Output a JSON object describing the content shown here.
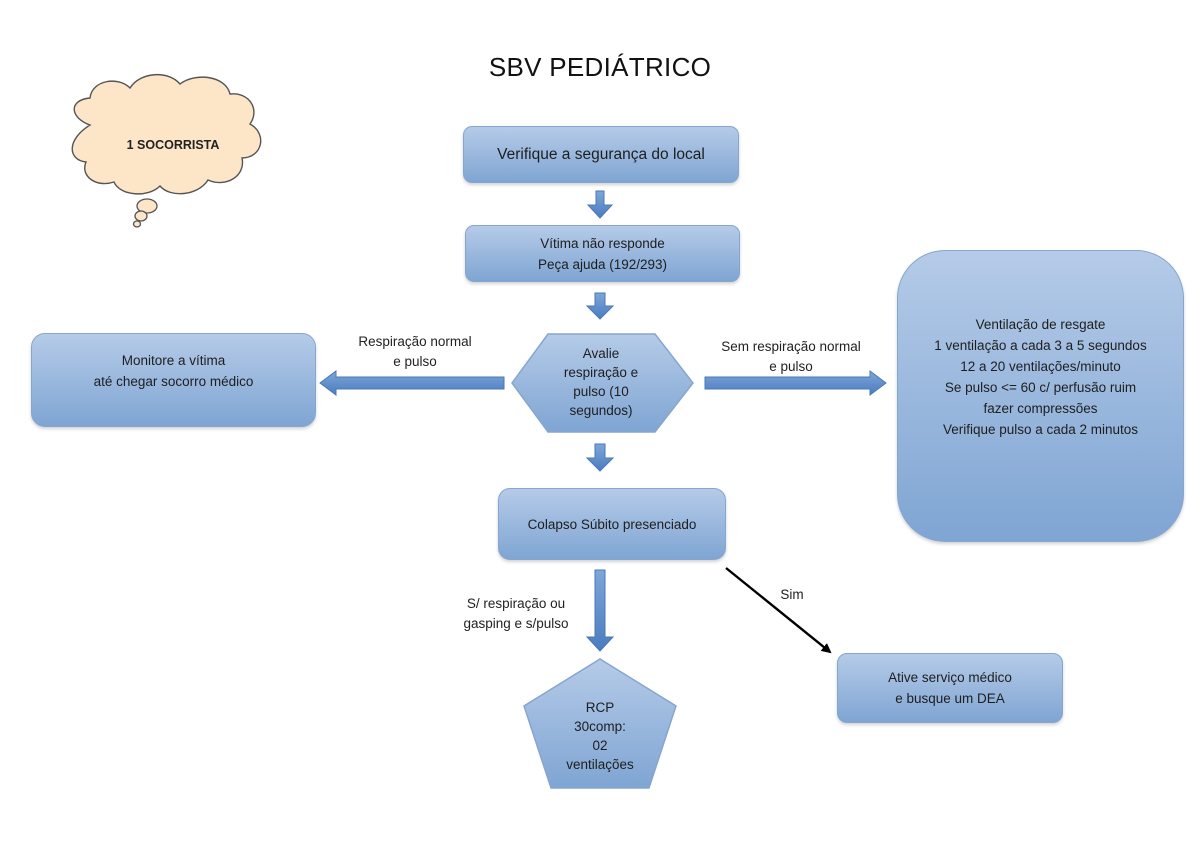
{
  "title": "SBV PEDIÁTRICO",
  "cloud": {
    "label": "1 SOCORRISTA"
  },
  "nodes": {
    "check_scene": {
      "lines": [
        "Verifique a segurança do local"
      ]
    },
    "unresponsive": {
      "lines": [
        "Vítima não responde",
        "Peça ajuda (192/293)"
      ]
    },
    "assess": {
      "lines": [
        "Avalie",
        "respiração e",
        "pulso (10",
        "segundos)"
      ]
    },
    "monitor": {
      "lines": [
        "Monitore a vítima",
        "até chegar socorro médico"
      ]
    },
    "rescue_breathing": {
      "lines": [
        "Ventilação de resgate",
        "1 ventilação a cada 3 a 5 segundos",
        "12 a 20 ventilações/minuto",
        "Se pulso <= 60 c/ perfusão ruim",
        "fazer compressões",
        "Verifique pulso a cada 2 minutos"
      ]
    },
    "collapse": {
      "lines": [
        "Colapso Súbito presenciado"
      ]
    },
    "rcp": {
      "lines": [
        "RCP",
        "30comp:",
        "02",
        "ventilações"
      ]
    },
    "activate": {
      "lines": [
        "Ative serviço médico",
        "e busque um DEA"
      ]
    }
  },
  "edge_labels": {
    "normal": [
      "Respiração normal",
      "e pulso"
    ],
    "no_normal": [
      "Sem respiração normal",
      "e pulso"
    ],
    "no_breath": [
      "S/ respiração ou",
      "gasping e s/pulso"
    ],
    "yes": [
      "Sim"
    ]
  },
  "colors": {
    "fill_top": "#b5cbe8",
    "fill_bottom": "#7fa5d3",
    "arrow": "#5b8ac6",
    "cloud": "#fde6c8"
  }
}
